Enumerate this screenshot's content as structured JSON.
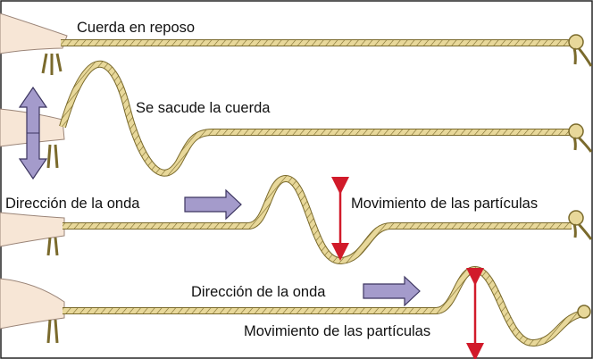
{
  "panels": [
    {
      "label": "Cuerda en reposo"
    },
    {
      "label": "Se sacude la cuerda"
    },
    {
      "direction_label": "Dirección de la onda",
      "motion_label": "Movimiento de las partículas"
    },
    {
      "direction_label": "Dirección de la onda",
      "motion_label": "Movimiento de las partículas"
    }
  ],
  "colors": {
    "rope": "#e8d89a",
    "rope_outline": "#7a6a2c",
    "hand": "#f7e6d6",
    "direction_arrow": "#a49bcb",
    "particle_arrow": "#d11a2a",
    "frame": "#222222"
  }
}
